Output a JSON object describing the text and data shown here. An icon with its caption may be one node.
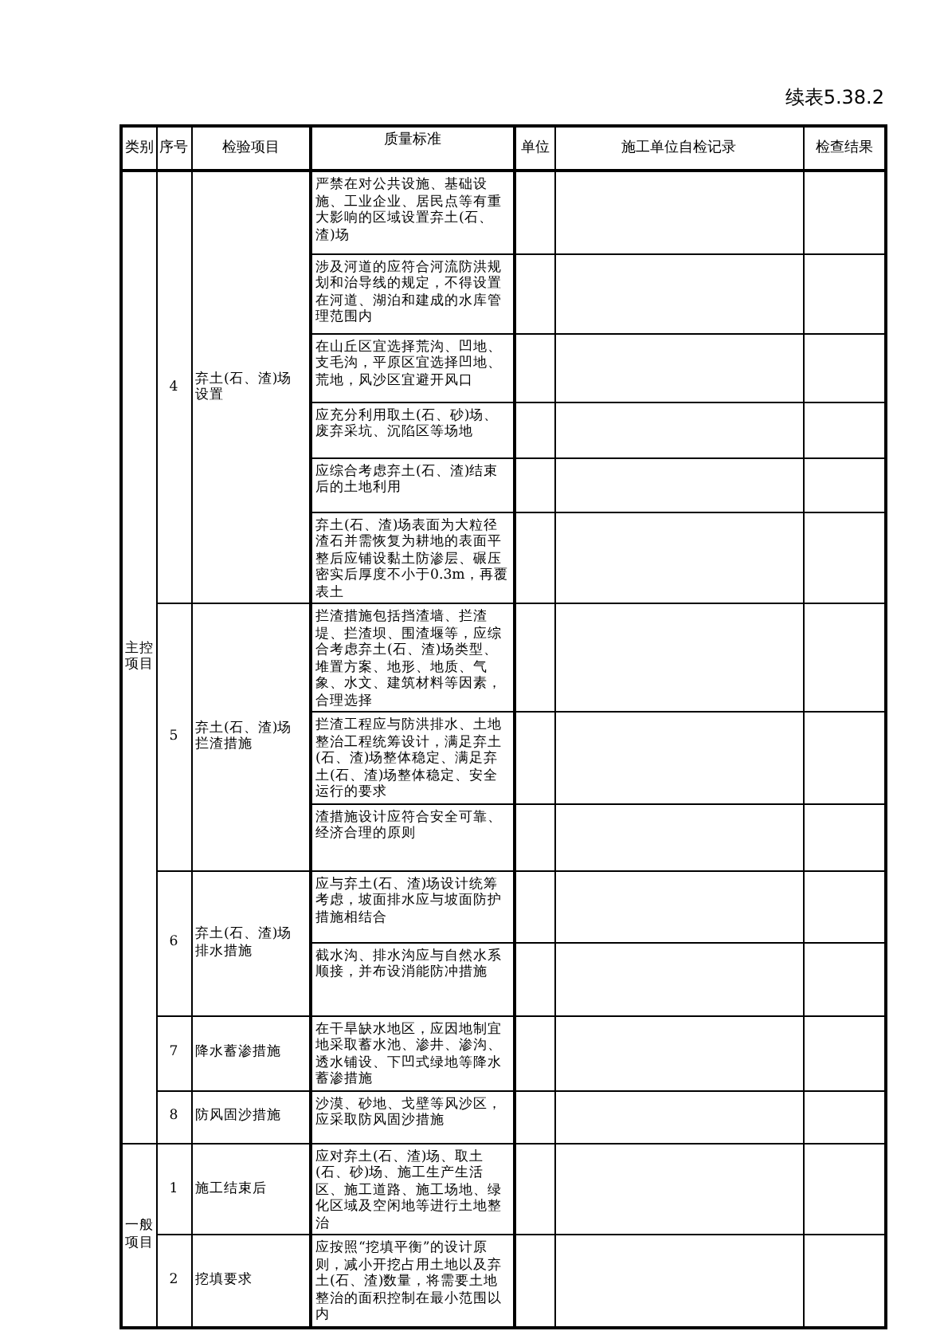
{
  "diagram": {
    "title": "续表5.38.2",
    "labels": [
      "类别",
      "序号",
      "检验项目",
      "质量标准",
      "单位",
      "施工单位自检记录",
      "检查结果",
      "主控项目",
      "4",
      "弃土(石、渣)场设置",
      "严禁在对公共设施、基础设施、工业企业、居民点等有重大影响的区域设置弃土(石、渣)场",
      "涉及河道的应符合河流防洪规划和治导线的规定，不得设置在河道、湖泊和建成的水库管理范围内",
      "在山丘区宜选择荒沟、凹地、支毛沟，平原区宜选择凹地、荒地，风沙区宜避开风口",
      "应充分利用取土(石、砂)场、废弃采坑、沉陷区等场地",
      "应综合考虑弃土(石、渣)结束后的土地利用",
      "弃土(石、渣)场表面为大粒径渣石并需恢复为耕地的表面平整后应铺设黏土防渗层、碾压密实后厚度不小于0.3m，再覆表土",
      "5",
      "弃土(石、渣)场拦渣措施",
      "拦渣措施包括挡渣墙、拦渣堤、拦渣坝、围渣堰等，应综合考虑弃土(石、渣)场类型、堆置方案、地形、地质、气象、水文、建筑材料等因素，合理选择",
      "拦渣工程应与防洪排水、土地整治工程统筹设计，满足弃土(石、渣)场整体稳定、满足弃土(石、渣)场整体稳定、安全运行的要求",
      "渣措施设计应符合安全可靠、经济合理的原则",
      "6",
      "弃土(石、渣)场排水措施",
      "应与弃土(石、渣)场设计统筹考虑，坡面排水应与坡面防护措施相结合",
      "截水沟、排水沟应与自然水系顺接，并布设消能防冲措施",
      "7",
      "降水蓄渗措施",
      "在干旱缺水地区，应因地制宜地采取蓄水池、渗井、渗沟、透水铺设、下凹式绿地等降水蓄渗措施",
      "8",
      "防风固沙措施",
      "沙漠、砂地、戈壁等风沙区，应采取防风固沙措施",
      "一般项目",
      "1",
      "施工结束后",
      "应对弃土(石、渣)场、取土(石、砂)场、施工生产生活区、施工道路、施工场地、绿化区域及空闲地等进行土地整治",
      "2",
      "挖填要求",
      "应按照“挖填平衡”的设计原则，减小开挖占用土地以及弃土(石、渣)数量，将需要土地整治的面积控制在最小范围以内"
    ]
  }
}
